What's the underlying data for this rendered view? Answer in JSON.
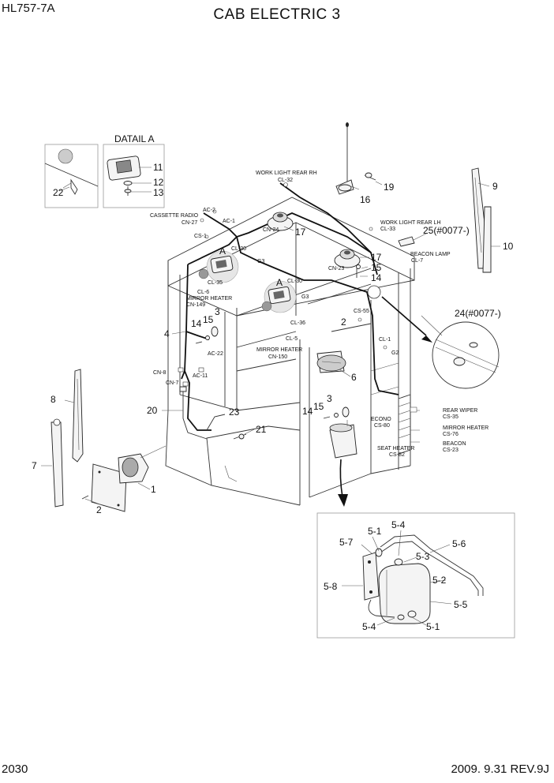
{
  "header": {
    "model": "HL757-7A",
    "title": "CAB ELECTRIC 3"
  },
  "footer": {
    "page": "2030",
    "date_rev": "2009. 9.31  REV.9J"
  },
  "detail_a": {
    "title": "DATAIL A"
  },
  "callouts": {
    "c1": "1",
    "c2": "2",
    "c2b": "2",
    "c3": "3",
    "c3b": "3",
    "c4": "4",
    "c6": "6",
    "c7": "7",
    "c8": "8",
    "c9": "9",
    "c10": "10",
    "c11": "11",
    "c12": "12",
    "c13": "13",
    "c14": "14",
    "c14b": "14",
    "c14c": "14",
    "c15": "15",
    "c15b": "15",
    "c15c": "15",
    "c16": "16",
    "c17": "17",
    "c17b": "17",
    "c19": "19",
    "c20": "20",
    "c21": "21",
    "c22": "22",
    "c23": "23",
    "c24": "24(#0077-)",
    "c25": "25(#0077-)",
    "ca1": "A",
    "ca2": "A",
    "s51a": "5-1",
    "s51b": "5-1",
    "s52": "5-2",
    "s53": "5-3",
    "s54a": "5-4",
    "s54b": "5-4",
    "s55": "5-5",
    "s56": "5-6",
    "s57": "5-7",
    "s58": "5-8"
  },
  "connectors": {
    "wl_rh": "WORK LIGHT REAR RH",
    "cl32": "CL-32",
    "ac2": "AC-2",
    "ac1": "AC-1",
    "cassette": "CASSETTE RADIO",
    "cn27": "CN-27",
    "cs1": "CS-1",
    "cn24": "CN-24",
    "cl30a": "CL-30",
    "g3a": "G3",
    "cl35": "CL-35",
    "cl6": "CL-6",
    "mirror_h1": "MIRROR HEATER",
    "cn149": "CN-149",
    "cl30b": "CL-30",
    "g3b": "G3",
    "cl36": "CL-36",
    "cl5": "CL-5",
    "mirror_h2": "MIRROR HEATER",
    "cn150": "CN-150",
    "ac22": "AC-22",
    "ac11": "AC-11",
    "cn8": "CN-8",
    "cn7": "CN-7",
    "wl_lh": "WORK LIGHT REAR LH",
    "cl33": "CL-33",
    "beacon_lamp": "BEACON LAMP",
    "cl7": "CL-7",
    "cn23": "CN-23",
    "cs55": "CS-55",
    "cl1": "CL-1",
    "g2": "G2",
    "econo": "ECONO",
    "cs80": "CS-80",
    "seat_heater": "SEAT HEATER",
    "cs82": "CS-82",
    "rear_wiper": "REAR WIPER",
    "cs35": "CS-35",
    "mirror_h3": "MIRROR HEATER",
    "cs76": "CS-76",
    "beacon": "BEACON",
    "cs23": "CS-23"
  }
}
